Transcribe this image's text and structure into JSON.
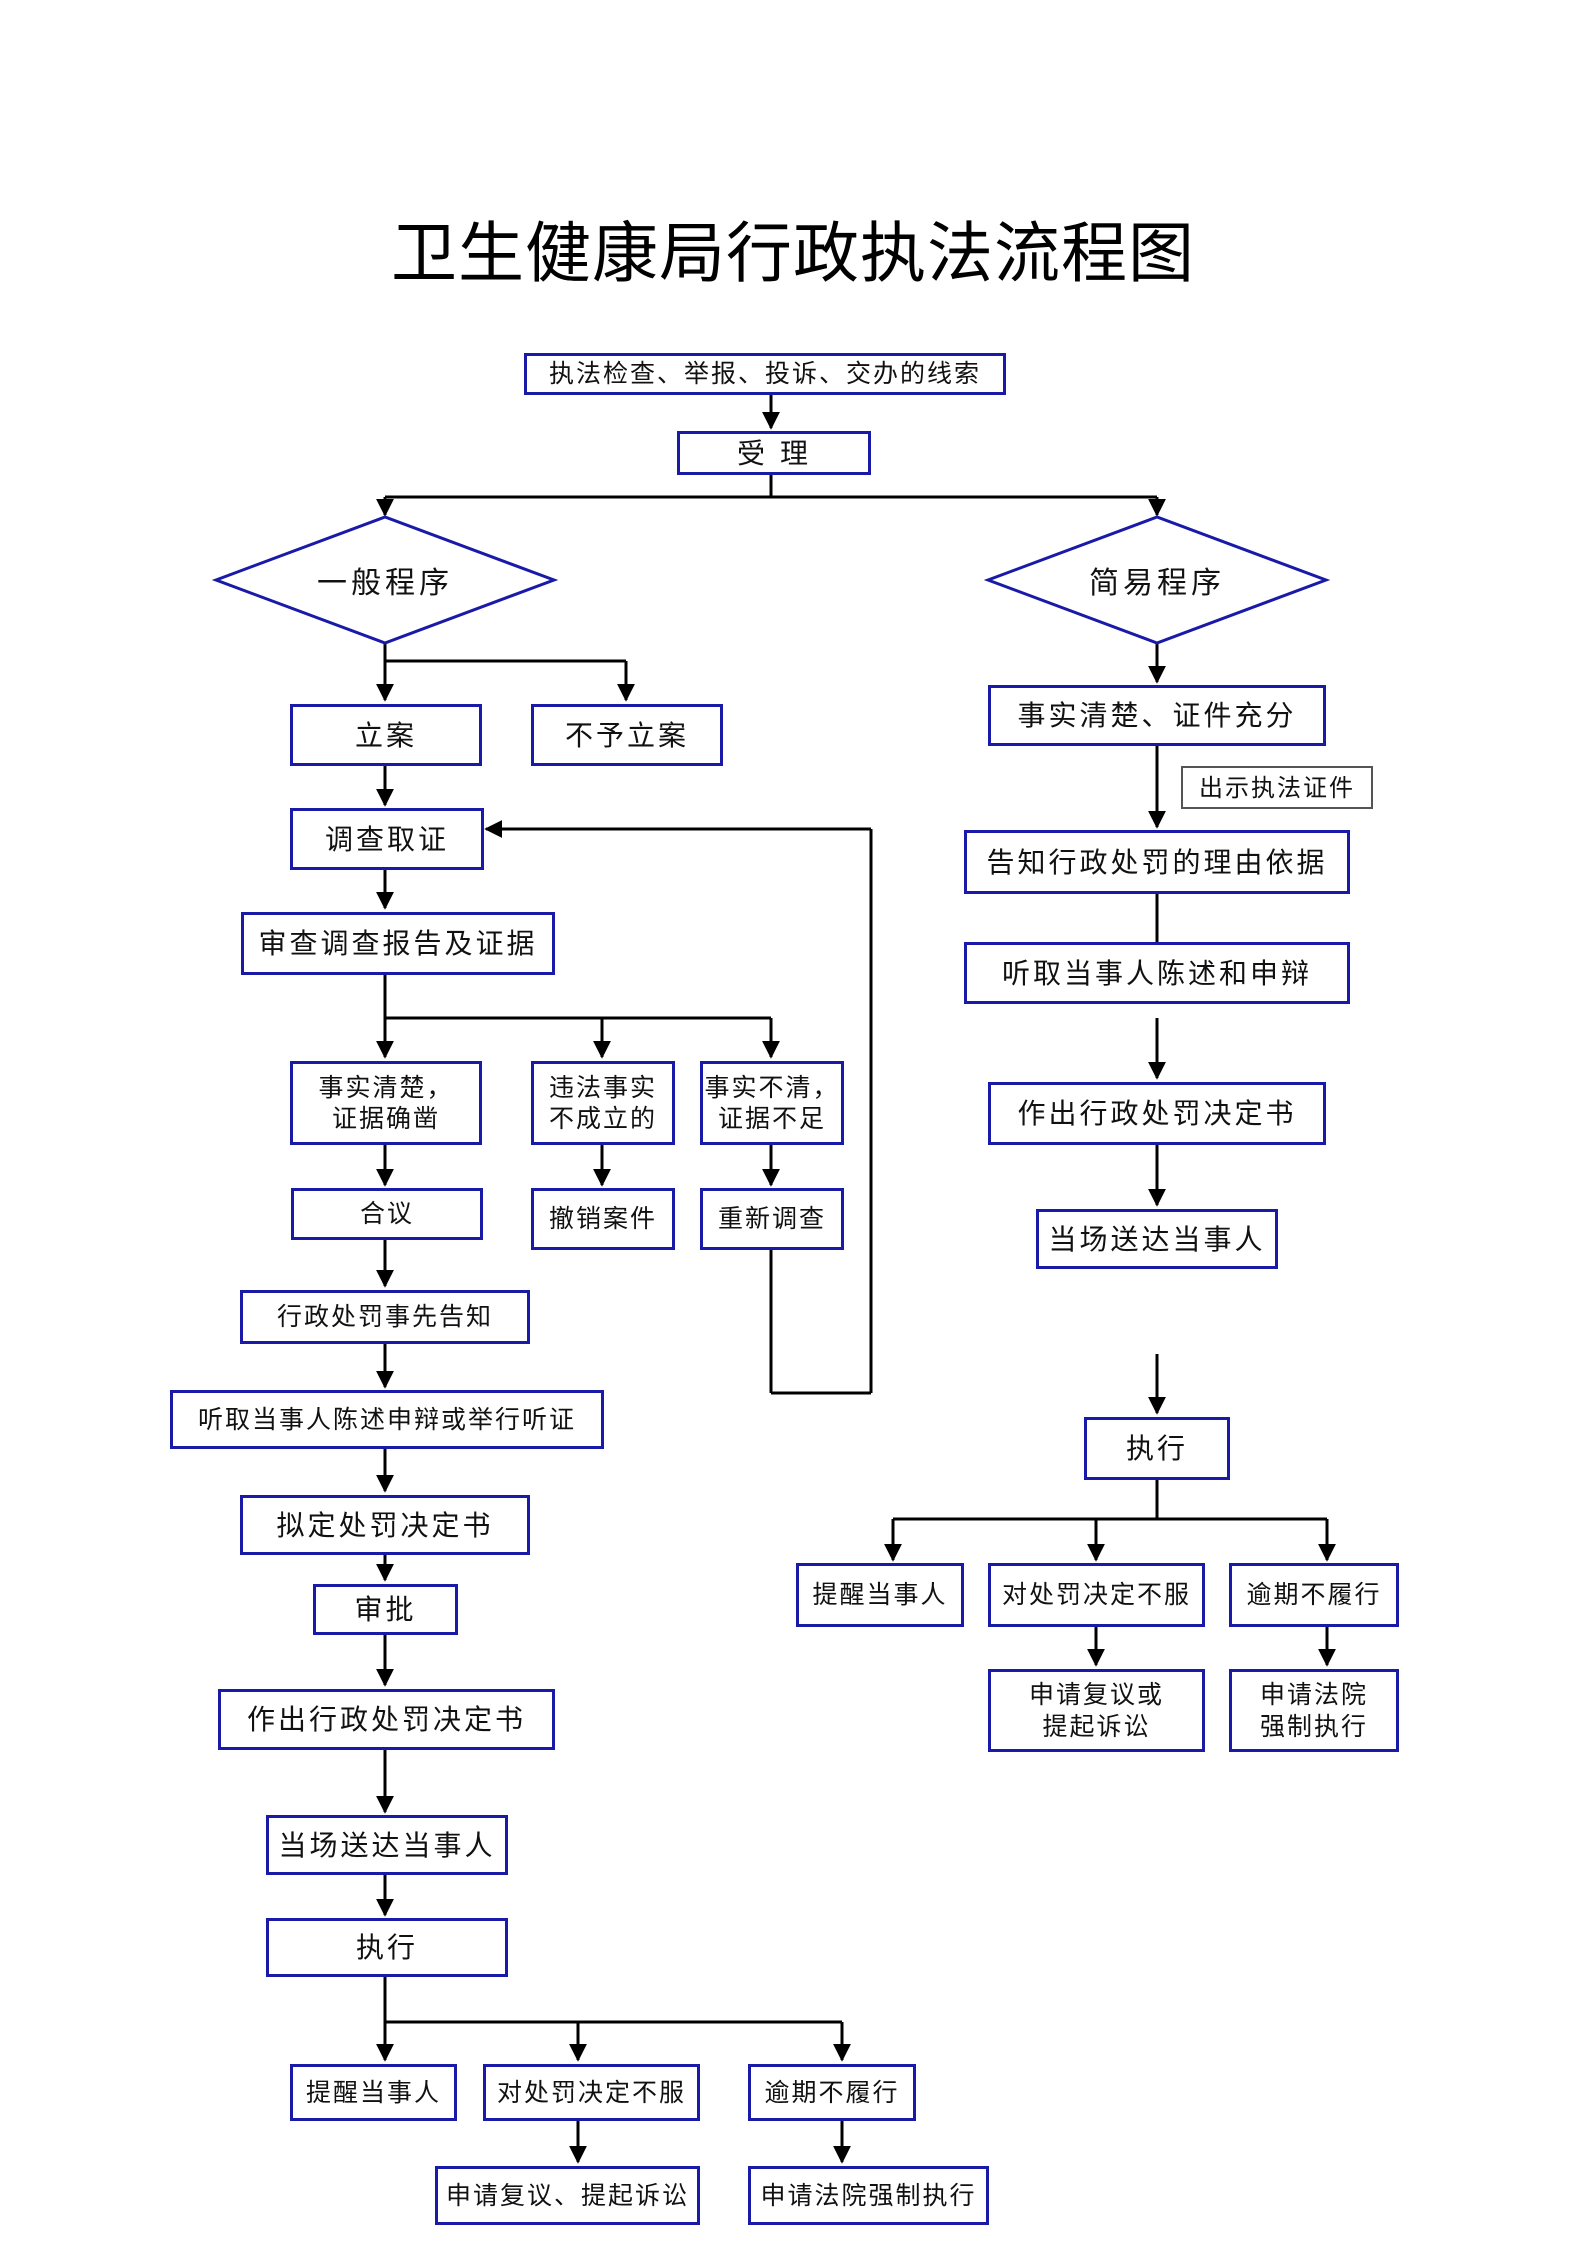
{
  "title": "卫生健康局行政执法流程图",
  "nodes": {
    "source": "执法检查、举报、投诉、交办的线索",
    "accept": "受 理",
    "general": "一般程序",
    "simple": "简易程序",
    "file_case": "立案",
    "no_file": "不予立案",
    "investigate": "调查取证",
    "review": "审查调查报告及证据",
    "facts_clear": "事实清楚，\n证据确凿",
    "not_established": "违法事实\n不成立的",
    "facts_unclear": "事实不清，\n证据不足",
    "discuss": "合议",
    "revoke": "撤销案件",
    "reinvestigate": "重新调查",
    "prior_notice": "行政处罚事先告知",
    "hearing": "听取当事人陈述申辩或举行听证",
    "draft": "拟定处罚决定书",
    "approve": "审批",
    "decision": "作出行政处罚决定书",
    "deliver": "当场送达当事人",
    "execute": "执行",
    "remind": "提醒当事人",
    "object": "对处罚决定不服",
    "overdue": "逾期不履行",
    "appeal": "申请复议、提起诉讼",
    "court": "申请法院强制执行",
    "s_facts": "事实清楚、证件充分",
    "s_show_id": "出示执法证件",
    "s_inform": "告知行政处罚的理由依据",
    "s_hear": "听取当事人陈述和申辩",
    "s_decision": "作出行政处罚决定书",
    "s_deliver": "当场送达当事人",
    "s_execute": "执行",
    "s_remind": "提醒当事人",
    "s_object": "对处罚决定不服",
    "s_overdue": "逾期不履行",
    "s_appeal": "申请复议或\n提起诉讼",
    "s_court": "申请法院\n强制执行"
  },
  "colors": {
    "border": "#1a1aa8",
    "line": "#000000",
    "diamond": "#1a1aa8"
  }
}
